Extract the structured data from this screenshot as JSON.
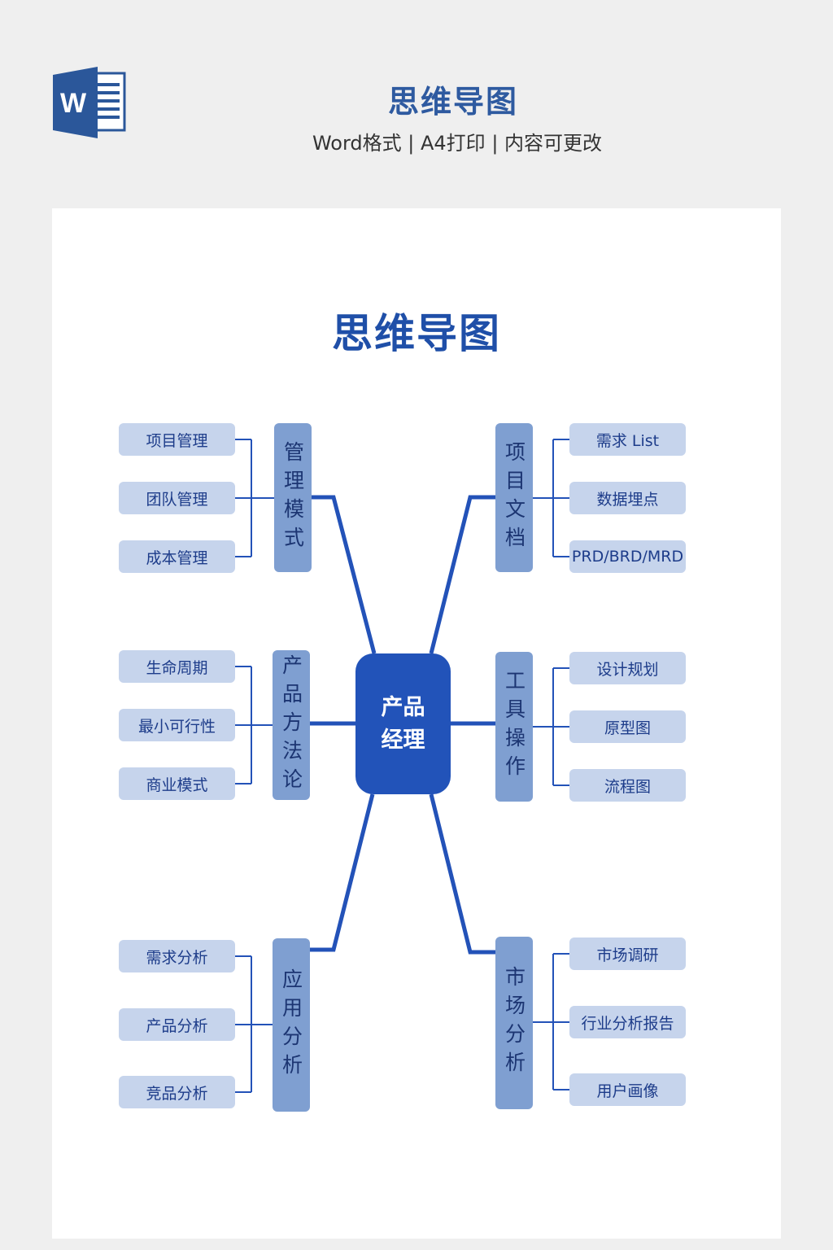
{
  "header": {
    "title": "思维导图",
    "subtitle": "Word格式 | A4打印 | 内容可更改",
    "logo_letter": "W"
  },
  "document": {
    "title": "思维导图"
  },
  "center": {
    "label": "产品经理"
  },
  "colors": {
    "line": "#2352b8",
    "leaf": "#c6d4ec",
    "branch": "#7f9fd1",
    "center": "#2253b9"
  },
  "branches": [
    {
      "label": "管理模式",
      "leaves": [
        "项目管理",
        "团队管理",
        "成本管理"
      ]
    },
    {
      "label": "项目文档",
      "leaves": [
        "需求 List",
        "数据埋点",
        "PRD/BRD/MRD"
      ]
    },
    {
      "label": "产品方法论",
      "leaves": [
        "生命周期",
        "最小可行性",
        "商业模式"
      ]
    },
    {
      "label": "工具操作",
      "leaves": [
        "设计规划",
        "原型图",
        "流程图"
      ]
    },
    {
      "label": "应用分析",
      "leaves": [
        "需求分析",
        "产品分析",
        "竞品分析"
      ]
    },
    {
      "label": "市场分析",
      "leaves": [
        "市场调研",
        "行业分析报告",
        "用户画像"
      ]
    }
  ]
}
